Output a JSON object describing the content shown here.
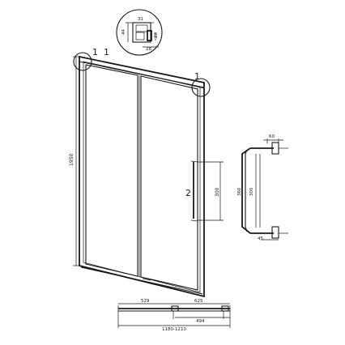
{
  "callouts": {
    "detail_1_a": "1",
    "detail_1_b": "1",
    "detail_1_c": "1",
    "handle": "2"
  },
  "dimensions": {
    "height": "1950",
    "handle_length": "300",
    "handle_detail_height": "360",
    "handle_detail_inner": "300",
    "handle_top": "60",
    "handle_bottom": "45",
    "profile_31": "31",
    "profile_44": "44",
    "profile_20": "20",
    "profile_28": "28",
    "plan_fixed": "529",
    "plan_sliding": "625",
    "plan_opening": "494",
    "plan_total": "1180-1210"
  }
}
